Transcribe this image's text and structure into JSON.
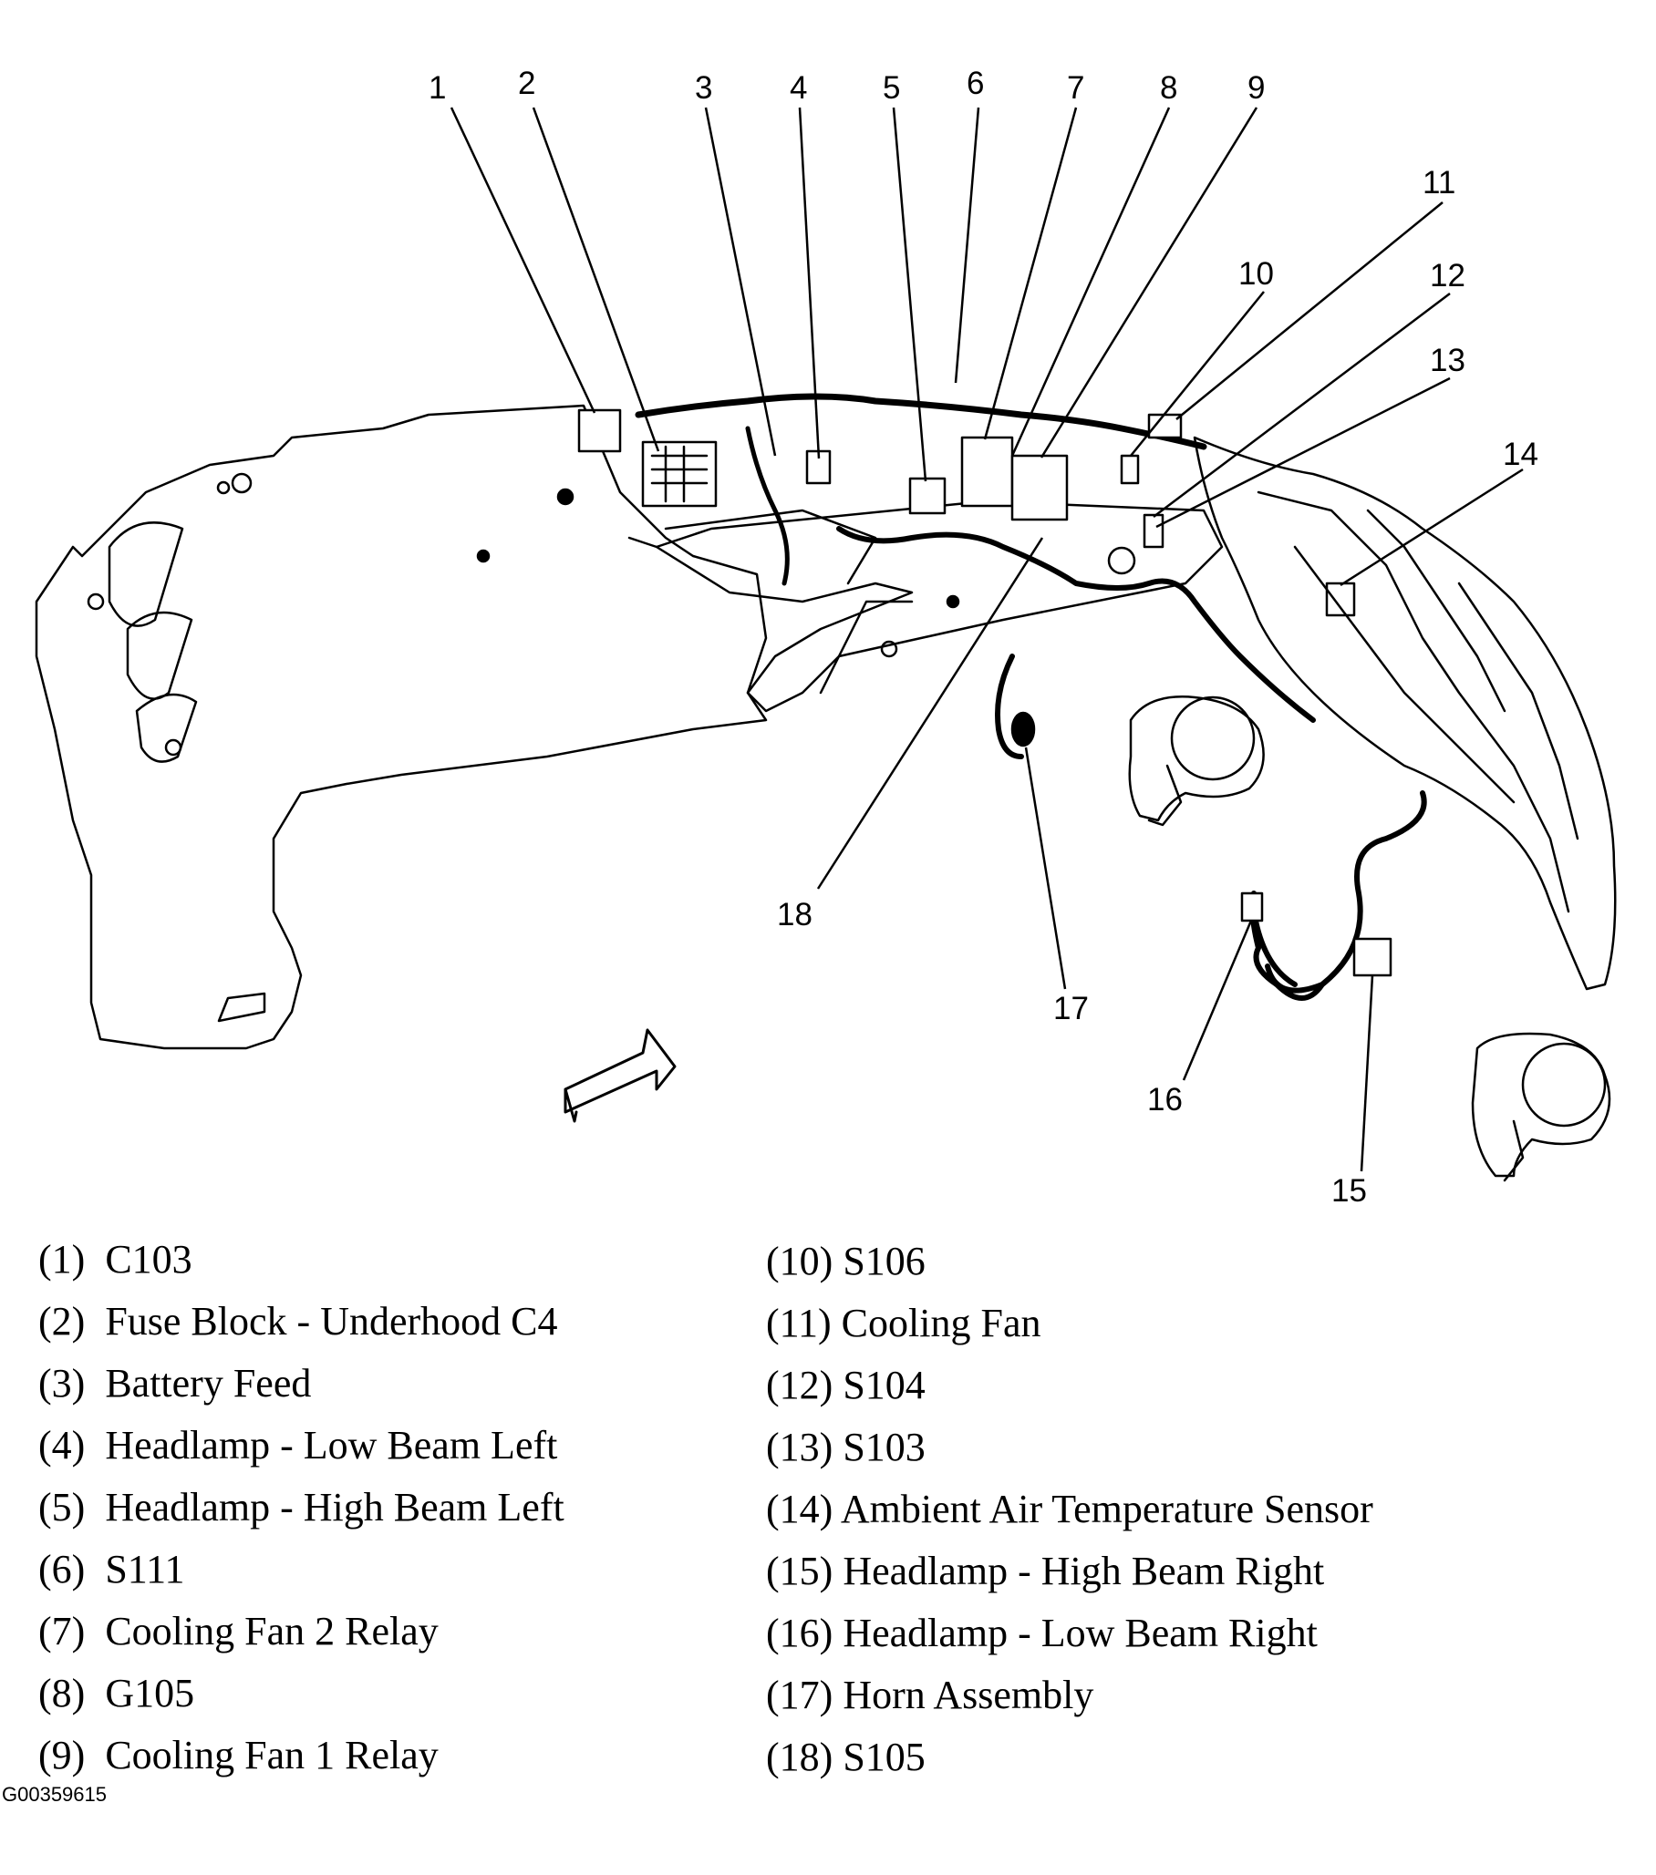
{
  "callouts": [
    "1",
    "2",
    "3",
    "4",
    "5",
    "6",
    "7",
    "8",
    "9",
    "10",
    "11",
    "12",
    "13",
    "14",
    "15",
    "16",
    "17",
    "18"
  ],
  "legend": {
    "left": [
      {
        "num": "(1)",
        "text": "C103"
      },
      {
        "num": "(2)",
        "text": "Fuse Block - Underhood C4"
      },
      {
        "num": "(3)",
        "text": "Battery Feed"
      },
      {
        "num": "(4)",
        "text": "Headlamp - Low Beam Left"
      },
      {
        "num": "(5)",
        "text": "Headlamp - High Beam Left"
      },
      {
        "num": "(6)",
        "text": "S111"
      },
      {
        "num": "(7)",
        "text": "Cooling Fan 2 Relay"
      },
      {
        "num": "(8)",
        "text": "G105"
      },
      {
        "num": "(9)",
        "text": "Cooling Fan 1 Relay"
      }
    ],
    "right": [
      {
        "num": "(10)",
        "text": "S106"
      },
      {
        "num": "(11)",
        "text": "Cooling Fan"
      },
      {
        "num": "(12)",
        "text": "S104"
      },
      {
        "num": "(13)",
        "text": "S103"
      },
      {
        "num": "(14)",
        "text": "Ambient Air Temperature Sensor"
      },
      {
        "num": "(15)",
        "text": "Headlamp - High Beam Right"
      },
      {
        "num": "(16)",
        "text": "Headlamp - Low Beam Right"
      },
      {
        "num": "(17)",
        "text": "Horn Assembly"
      },
      {
        "num": "(18)",
        "text": "S105"
      }
    ]
  },
  "figure_id": "G00359615"
}
